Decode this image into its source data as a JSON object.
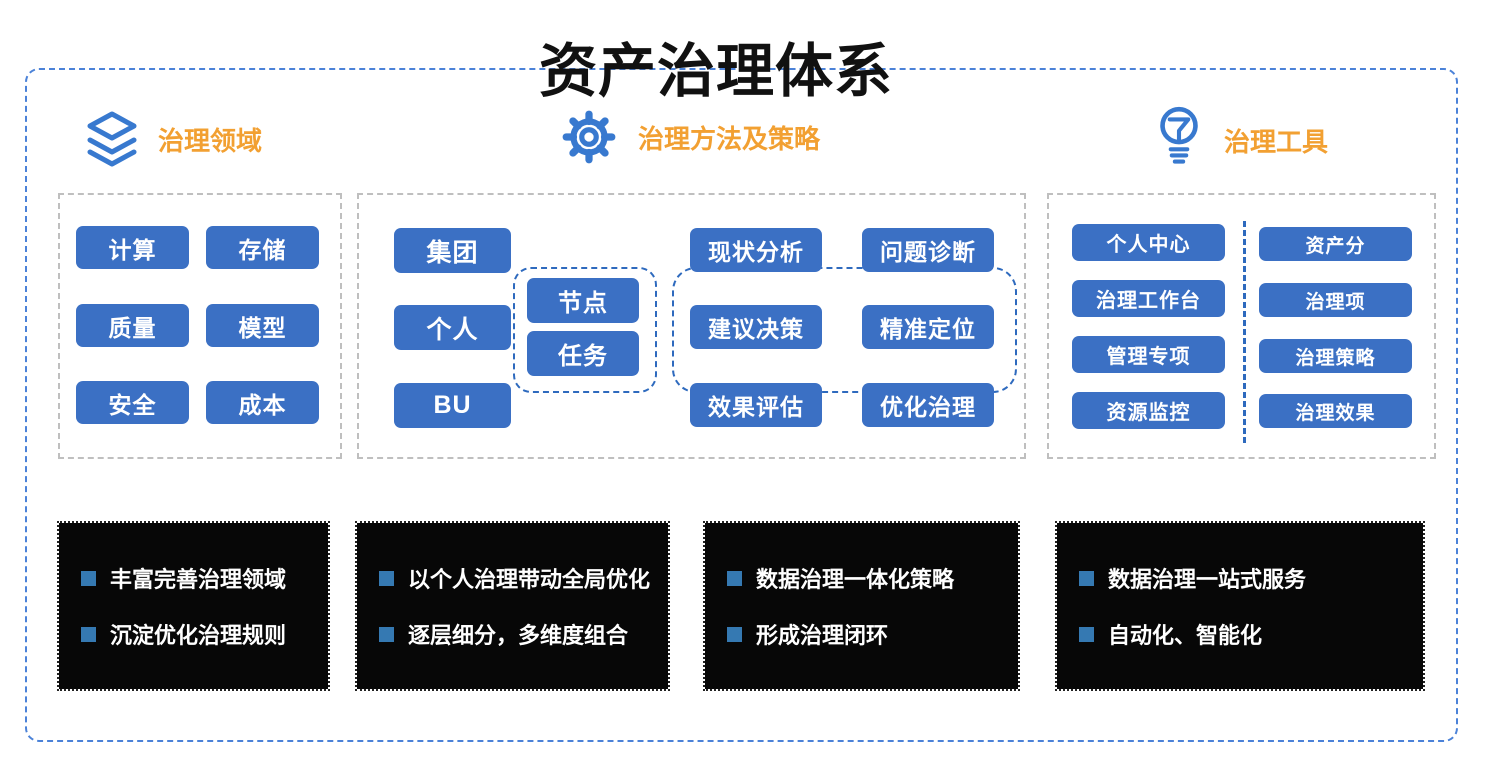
{
  "title": "资产治理体系",
  "colors": {
    "button_blue": "#3b70c4",
    "header_orange": "#f2a032",
    "icon_blue": "#3879cf",
    "outer_border_blue": "#4b82d8",
    "group_dash_blue": "#2e6abe",
    "panel_dash_gray": "#bfbfbf",
    "note_background": "#070707",
    "bullet_blue": "#3579b2"
  },
  "sections": [
    {
      "label": "治理领域",
      "icon": "layers-icon",
      "buttons": [
        "计算",
        "存储",
        "质量",
        "模型",
        "安全",
        "成本"
      ]
    },
    {
      "label": "治理方法及策略",
      "icon": "gear-icon",
      "org_buttons": [
        "集团",
        "个人",
        "BU"
      ],
      "node_group_buttons": [
        "节点",
        "任务"
      ],
      "process_buttons": [
        "现状分析",
        "问题诊断",
        "建议决策",
        "精准定位",
        "效果评估",
        "优化治理"
      ]
    },
    {
      "label": "治理工具",
      "icon": "lightbulb-icon",
      "left_buttons": [
        "个人中心",
        "治理工作台",
        "管理专项",
        "资源监控"
      ],
      "right_buttons": [
        "资产分",
        "治理项",
        "治理策略",
        "治理效果"
      ]
    }
  ],
  "notes": [
    {
      "items": [
        "丰富完善治理领域",
        "沉淀优化治理规则"
      ]
    },
    {
      "items": [
        "以个人治理带动全局优化",
        "逐层细分，多维度组合"
      ]
    },
    {
      "items": [
        "数据治理一体化策略",
        "形成治理闭环"
      ]
    },
    {
      "items": [
        "数据治理一站式服务",
        "自动化、智能化"
      ]
    }
  ]
}
